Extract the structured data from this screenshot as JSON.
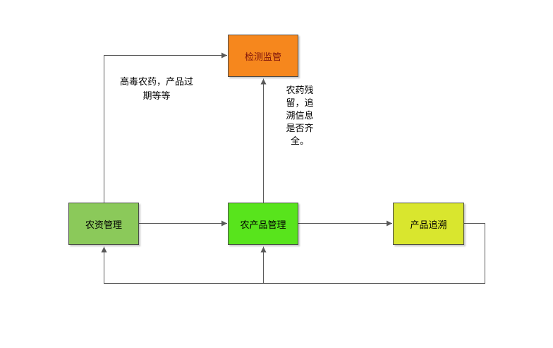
{
  "diagram": {
    "background_color": "#ffffff",
    "connector_color": "#595959",
    "nodes": [
      {
        "id": "jiance-jianguan",
        "label": "检测监管",
        "fill": "#F6871D",
        "text_color": "#7E130B"
      },
      {
        "id": "nongzi-guanli",
        "label": "农资管理",
        "fill": "#8BC95A",
        "text_color": "#000000"
      },
      {
        "id": "nongchanpin-guanli",
        "label": "农产品管理",
        "fill": "#58E41C",
        "text_color": "#000000"
      },
      {
        "id": "chanpin-zhuisu",
        "label": "产品追溯",
        "fill": "#D9E62E",
        "text_color": "#000000"
      }
    ],
    "annotations": [
      {
        "id": "toxic-pesticides",
        "text": "高毒农药，产品过\n期等等"
      },
      {
        "id": "residue",
        "text": "农药残\n留，追\n溯信息\n是否齐\n全。"
      }
    ],
    "connections": [
      {
        "from": "nongzi-guanli",
        "to": "jiance-jianguan",
        "route": "up-then-right"
      },
      {
        "from": "nongchanpin-guanli",
        "to": "jiance-jianguan",
        "route": "up"
      },
      {
        "from": "nongzi-guanli",
        "to": "nongchanpin-guanli",
        "route": "right"
      },
      {
        "from": "nongchanpin-guanli",
        "to": "chanpin-zhuisu",
        "route": "right"
      },
      {
        "from": "chanpin-zhuisu",
        "to": "nongzi-guanli",
        "route": "right-down-left-up"
      },
      {
        "from": "chanpin-zhuisu",
        "to": "nongchanpin-guanli",
        "route": "bottom-branch-up"
      }
    ]
  }
}
